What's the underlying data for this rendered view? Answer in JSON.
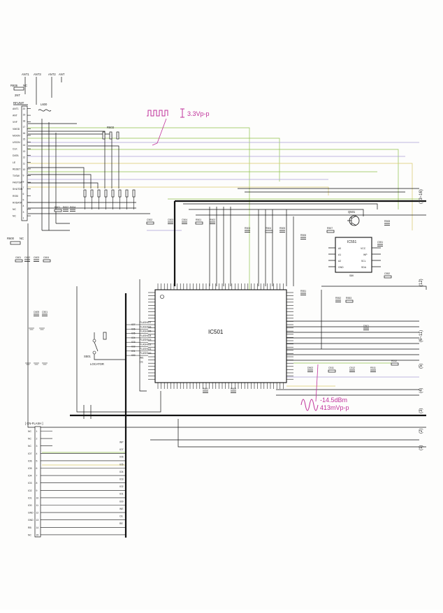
{
  "top_connector": {
    "antennas": [
      "ANT1",
      "ANT3",
      "ANT2",
      "ANT"
    ],
    "resistor": "R606",
    "resistor_value": "NC",
    "title": "RFUNIT",
    "ground_label": "2NT",
    "pins": [
      "ANT1",
      "ANT",
      "VHF",
      "VMOD",
      "MOON",
      "USCIN",
      "CLK",
      "DATA",
      "LE",
      "RESET",
      "TXSW",
      "FASTSW",
      "SHUTDN",
      "RSSI",
      "RXDATA",
      "NC",
      "NC"
    ],
    "numbers": [
      "20",
      "19",
      "18",
      "17",
      "16",
      "15",
      "14",
      "13",
      "12",
      "11",
      "10",
      "9",
      "8",
      "7",
      "6",
      "5",
      "4",
      "3",
      "1"
    ],
    "bottom_resistor": "R600",
    "bottom_resistor_value": "NC"
  },
  "inductor_label": "L600",
  "resistor_r603": "R603",
  "waveform_top_label": "3.3Vp-p",
  "ic_main": {
    "name": "IC501",
    "left_pins": [
      "FLASHIO7",
      "FLASHIO6",
      "FLASHIO5",
      "FLASHIO4",
      "FLASHIO3",
      "FLASHIO2",
      "FLASHIO1",
      "FLASHIO0",
      "WE",
      "CE"
    ],
    "left_bus": [
      "IO7",
      "IO6",
      "IO5",
      "IO4",
      "IO3",
      "IO2",
      "IO1",
      "IO0"
    ]
  },
  "ic_eeprom": {
    "name": "IC551",
    "pins_left": [
      "A0",
      "A1",
      "A2",
      "GND"
    ],
    "pins_right": [
      "VCC",
      "WP",
      "SCL",
      "SDA"
    ],
    "part": "S8K"
  },
  "transistor_label": "Q501",
  "locator": {
    "label": "LOCATOR",
    "switch": "S501"
  },
  "waveform_bottom": {
    "level": "-14.5dBm",
    "amplitude": "413mVp-p"
  },
  "flash_connector": {
    "title": "[ CN-FLASH ]",
    "pins": [
      "NC",
      "NC",
      "NC",
      "IO7",
      "IO6",
      "IO5",
      "IO4",
      "IO3",
      "IO2",
      "IO1",
      "IO0",
      "GND",
      "GND",
      "RB",
      "NC"
    ],
    "numbers": [
      "1",
      "2",
      "3",
      "4",
      "5",
      "6",
      "7",
      "8",
      "9",
      "10",
      "11",
      "12",
      "13",
      "14",
      "15"
    ],
    "bus_labels": [
      "WP",
      "IO7",
      "IO6",
      "IO5",
      "IO4",
      "IO3",
      "IO2",
      "IO1",
      "IO0",
      "WE",
      "CE",
      "RE"
    ]
  },
  "side_labels": [
    "(13~16)",
    "(12)",
    "(6~11)",
    "(5)",
    "(4)",
    "(3)",
    "(2)",
    "(1)"
  ],
  "small_parts": [
    "R601",
    "R602",
    "R604",
    "C601",
    "C602",
    "C603",
    "C604",
    "C605",
    "C501",
    "C502",
    "C503",
    "C504",
    "R501",
    "R502",
    "R503",
    "R504",
    "R505",
    "R506",
    "R507",
    "R508",
    "C551",
    "C552",
    "R551",
    "R552",
    "R553",
    "D501",
    "D502",
    "C511",
    "C512",
    "R511",
    "R512"
  ]
}
